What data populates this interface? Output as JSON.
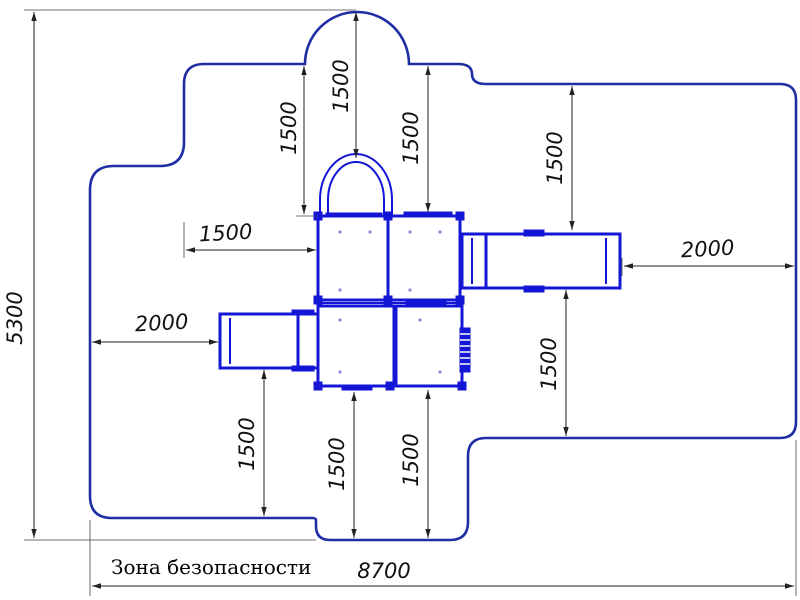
{
  "caption": "Зона безопасности",
  "dimensions": {
    "total_width": "8700",
    "total_height": "5300",
    "top_arch_height": "1500",
    "top_left_height": "1500",
    "top_center_height": "1500",
    "top_right_height": "1500",
    "left_width": "1500",
    "right_slide_width": "2000",
    "left_slide_width": "2000",
    "right_bottom_height": "1500",
    "bottom_left_height": "1500",
    "bottom_center_height": "1500",
    "bottom_center2_height": "1500"
  },
  "colors": {
    "zone_outline": "#1f2ea3",
    "equipment": "#1416d6"
  }
}
